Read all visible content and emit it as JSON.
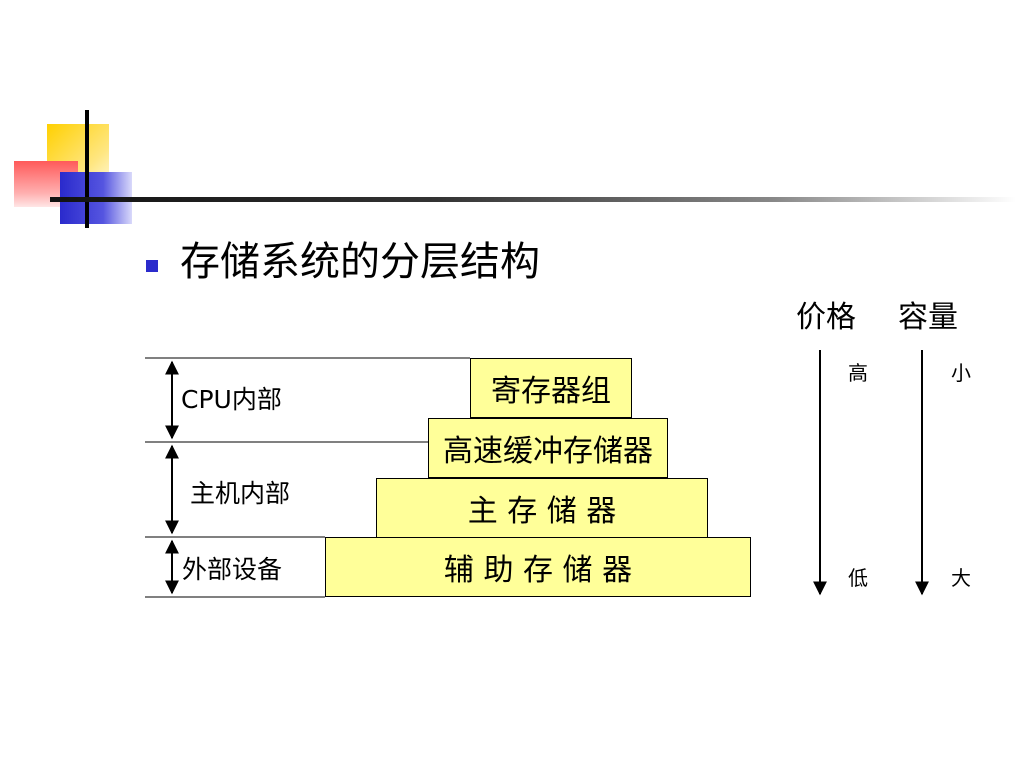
{
  "title": "存储系统的分层结构",
  "header": {
    "price": "价格",
    "capacity": "容量"
  },
  "layers": {
    "registers": "寄存器组",
    "cache": "高速缓冲存储器",
    "main_memory": "主 存 储 器",
    "auxiliary": "辅  助  存  储  器"
  },
  "regions": {
    "cpu_prefix": "CPU",
    "cpu_suffix": "内部",
    "host": "主机内部",
    "external": "外部设备"
  },
  "price_scale": {
    "top": "高",
    "bottom": "低"
  },
  "capacity_scale": {
    "top": "小",
    "bottom": "大"
  }
}
